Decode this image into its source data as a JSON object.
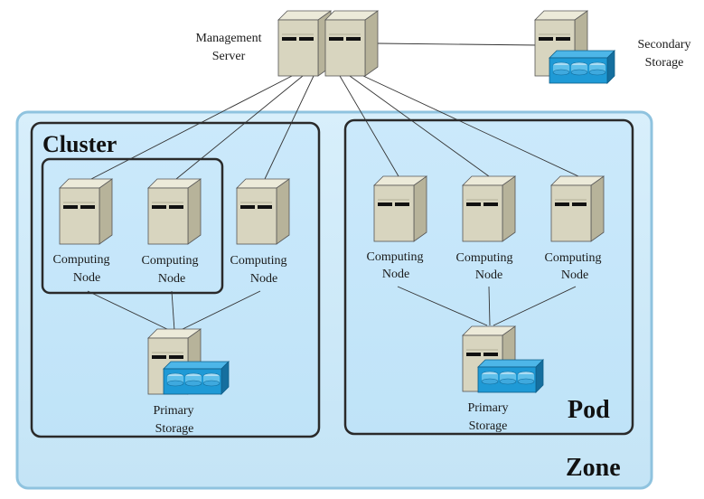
{
  "labels": {
    "management_server": [
      "Management",
      "Server"
    ],
    "secondary_storage": [
      "Secondary",
      "Storage"
    ],
    "cluster": "Cluster",
    "pod": "Pod",
    "zone": "Zone",
    "computing_node": [
      "Computing",
      "Node"
    ],
    "primary_storage": [
      "Primary",
      "Storage"
    ]
  },
  "colors": {
    "zone_fill": "#cfe9f7",
    "zone_border": "#8fc3df",
    "server_front": "#d8d5bf",
    "server_side": "#b7b39a",
    "server_top": "#ecead9",
    "disk_blue": "#1f9ad6",
    "disk_dark": "#166f9f"
  },
  "icons": {
    "server": "server-icon",
    "storage": "disk-array-icon"
  }
}
